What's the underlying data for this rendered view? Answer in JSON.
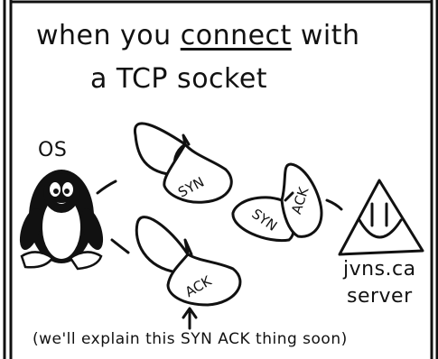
{
  "title": {
    "line1_before": "when you ",
    "line1_emphasis": "connect",
    "line1_after": " with",
    "line2": "a TCP socket"
  },
  "os": {
    "label": "OS",
    "icon": "linux-penguin-icon"
  },
  "server": {
    "name": "jvns.ca",
    "role": "server",
    "icon": "smiling-triangle-icon"
  },
  "butterflies": {
    "outgoing_syn": "SYN",
    "reply_syn": "SYN",
    "reply_ack": "ACK",
    "final_ack": "ACK"
  },
  "footnote": "(we'll explain this SYN ACK thing soon)"
}
